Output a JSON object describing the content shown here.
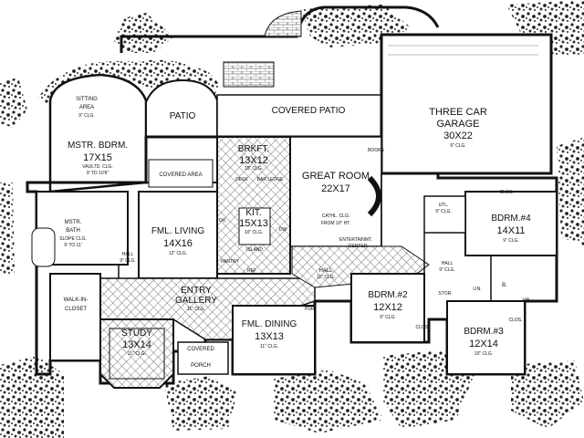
{
  "rooms": {
    "sitting": {
      "name": "SITTING",
      "name2": "AREA",
      "clg": "9\" CLG."
    },
    "master": {
      "name": "MSTR. BDRM.",
      "size": "17X15",
      "clg": "VAULTD. CLG.",
      "clg2": "9' TO 10'6\""
    },
    "patio": {
      "name": "PATIO"
    },
    "covered_patio": {
      "name": "COVERED PATIO"
    },
    "covered_area": {
      "name": "COVERED AREA"
    },
    "brkft": {
      "name": "BRKFT.",
      "size": "13X12",
      "clg": "10\" CLG."
    },
    "kitchen": {
      "name": "KIT.",
      "size": "15X13",
      "clg": "10\" CLG."
    },
    "great_room": {
      "name": "GREAT ROOM",
      "size": "22X17",
      "clg": "CATHL. CLG.",
      "clg2": "FROM 10\" HT."
    },
    "garage": {
      "name": "THREE CAR",
      "name2": "GARAGE",
      "size": "30X22",
      "clg": "9\" CLG."
    },
    "mstr_bath": {
      "name": "MSTR.",
      "name2": "BATH",
      "clg": "SLOPE CLG.",
      "clg2": "9' TO 11'"
    },
    "fml_living": {
      "name": "FML. LIVING",
      "size": "14X16",
      "clg": "12\" CLG."
    },
    "bdrm4": {
      "name": "BDRM.#4",
      "size": "14X11",
      "clg": "9\" CLG."
    },
    "walk_in": {
      "name": "WALK-IN-",
      "name2": "CLOSET"
    },
    "entry": {
      "name": "ENTRY",
      "name2": "GALLERY",
      "clg": "11\" CLG."
    },
    "study": {
      "name": "STUDY",
      "size": "13X14",
      "clg": "11\" CLG."
    },
    "fml_dining": {
      "name": "FML. DINING",
      "size": "13X13",
      "clg": "11\" CLG."
    },
    "bdrm2": {
      "name": "BDRM.#2",
      "size": "12X12",
      "clg": "9\" CLG."
    },
    "bdrm3": {
      "name": "BDRM.#3",
      "size": "12X14",
      "clg": "10\" CLG."
    },
    "covered_porch": {
      "name": "COVERED",
      "name2": "PORCH"
    },
    "hall_main": {
      "name": "HALL",
      "clg": "11\" CLG."
    },
    "hall_left": {
      "name": "HALL",
      "clg": "9\" CLG."
    },
    "hall_right": {
      "name": "HALL",
      "clg": "9\" CLG."
    },
    "utility": {
      "name": "UTL.",
      "clg": "9\" CLG."
    }
  },
  "labels": {
    "books": "BOOKS",
    "entertainment": "ENTERTAINMT.",
    "entertainment2": "CENTER",
    "desk": "DESK",
    "bar_ledge": "BAR LEDGE",
    "island": "ISLAND",
    "pantry": "PANTRY",
    "ref": "REF",
    "ov": "OV.",
    "dw": "DW",
    "pdr": "PDR.",
    "clos": "CLOS.",
    "stor": "STOR.",
    "lin": "LIN.",
    "b": "B."
  }
}
